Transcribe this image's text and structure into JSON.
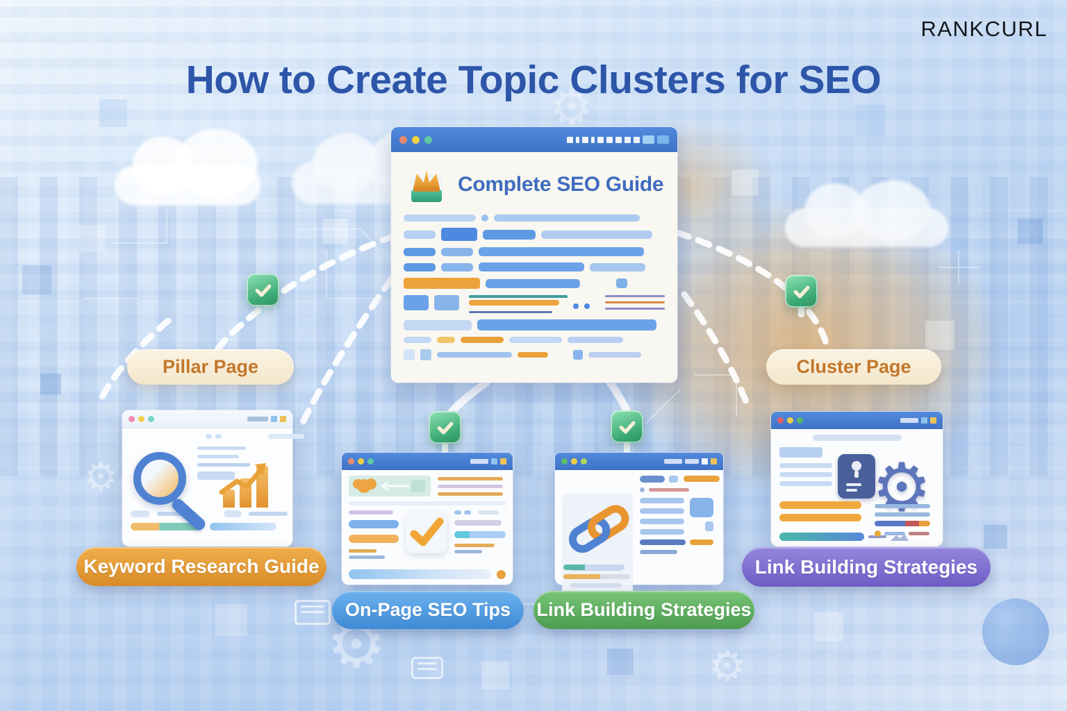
{
  "brand": {
    "logo_text": "RANKCURL"
  },
  "page": {
    "title": "How to Create Topic Clusters for SEO"
  },
  "pillar_window": {
    "title": "Complete SEO Guide",
    "icon": "crown-badge-icon"
  },
  "labels": {
    "pillar": "Pillar Page",
    "cluster": "Cluster Page"
  },
  "cluster_pages": [
    {
      "id": "keyword-research",
      "label": "Keyword Research Guide",
      "pill_color": "#de9232",
      "icon": "magnifier-trend-icon"
    },
    {
      "id": "on-page-seo",
      "label": "On-Page SEO Tips",
      "pill_color": "#4f9ae0",
      "icon": "checkmark-icon"
    },
    {
      "id": "link-building-1",
      "label": "Link Building Strategies",
      "pill_color": "#5ca95c",
      "icon": "chain-links-icon"
    },
    {
      "id": "link-building-2",
      "label": "Link Building Strategies",
      "pill_color": "#7a68cd",
      "icon": "gear-icon"
    }
  ],
  "badges": {
    "type": "checkmark",
    "count": 4,
    "color": "#3aa873"
  },
  "colors": {
    "title_text": "#2d55a8",
    "brand_text": "#14181d",
    "window_titlebar": "#4a7fd6",
    "pillar_pill_bg": "#f8eeda",
    "pillar_pill_text": "#c2762a",
    "accent_orange": "#e9a23a",
    "background_blue": "#c2d8f3"
  }
}
